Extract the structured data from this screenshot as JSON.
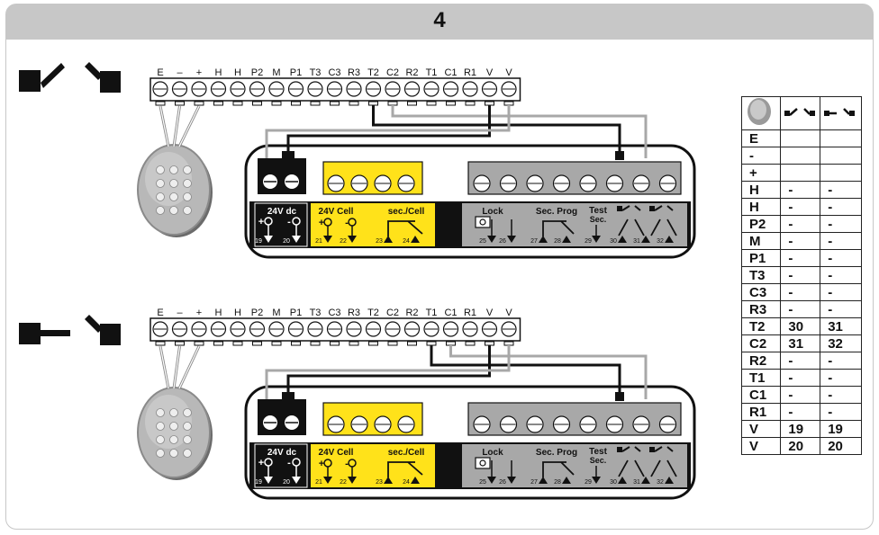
{
  "step_number": "4",
  "terminal_strip_top": [
    "E",
    "–",
    "+",
    "H",
    "H",
    "P2",
    "M",
    "P1",
    "T3",
    "C3",
    "R3",
    "T2",
    "C2",
    "R2",
    "T1",
    "C1",
    "R1",
    "V",
    "V"
  ],
  "terminal_strip_bottom": [
    "E",
    "–",
    "+",
    "H",
    "H",
    "P2",
    "M",
    "P1",
    "T3",
    "C3",
    "R3",
    "T2",
    "C2",
    "R2",
    "T1",
    "C1",
    "R1",
    "V",
    "V"
  ],
  "controller": {
    "power_label": "24V dc",
    "power_plus": "+",
    "power_minus": "-",
    "power_pins": [
      "19",
      "20"
    ],
    "cell_label": "24V Cell",
    "cell_plus": "+",
    "cell_minus": "-",
    "cell_pins": [
      "21",
      "22"
    ],
    "sec_cell_label": "sec./Cell",
    "sec_cell_pins": [
      "23",
      "24"
    ],
    "lock_label": "Lock",
    "lock_pins": [
      "25",
      "26"
    ],
    "sec_prog_label": "Sec. Prog",
    "sec_prog_pins": [
      "27",
      "28"
    ],
    "test_label": "Test",
    "test_sec_label": "Sec.",
    "test_pin": "29",
    "door_pins": [
      "30",
      "31",
      "32"
    ]
  },
  "colors": {
    "yellow_block": "#ffe21a",
    "grey_block": "#a8a8a8",
    "header_bar": "#c7c7c7",
    "wire_black": "#111111",
    "wire_grey": "#a8a8a8"
  },
  "connection_table": {
    "rows": [
      {
        "label": "E",
        "a": "",
        "b": ""
      },
      {
        "label": "-",
        "a": "",
        "b": ""
      },
      {
        "label": "+",
        "a": "",
        "b": ""
      },
      {
        "label": "H",
        "a": "-",
        "b": "-"
      },
      {
        "label": "H",
        "a": "-",
        "b": "-"
      },
      {
        "label": "P2",
        "a": "-",
        "b": "-"
      },
      {
        "label": "M",
        "a": "-",
        "b": "-"
      },
      {
        "label": "P1",
        "a": "-",
        "b": "-"
      },
      {
        "label": "T3",
        "a": "-",
        "b": "-"
      },
      {
        "label": "C3",
        "a": "-",
        "b": "-"
      },
      {
        "label": "R3",
        "a": "-",
        "b": "-"
      },
      {
        "label": "T2",
        "a": "30",
        "b": "31"
      },
      {
        "label": "C2",
        "a": "31",
        "b": "32"
      },
      {
        "label": "R2",
        "a": "-",
        "b": "-"
      },
      {
        "label": "T1",
        "a": "-",
        "b": "-"
      },
      {
        "label": "C1",
        "a": "-",
        "b": "-"
      },
      {
        "label": "R1",
        "a": "-",
        "b": "-"
      },
      {
        "label": "V",
        "a": "19",
        "b": "19"
      },
      {
        "label": "V",
        "a": "20",
        "b": "20"
      }
    ]
  }
}
